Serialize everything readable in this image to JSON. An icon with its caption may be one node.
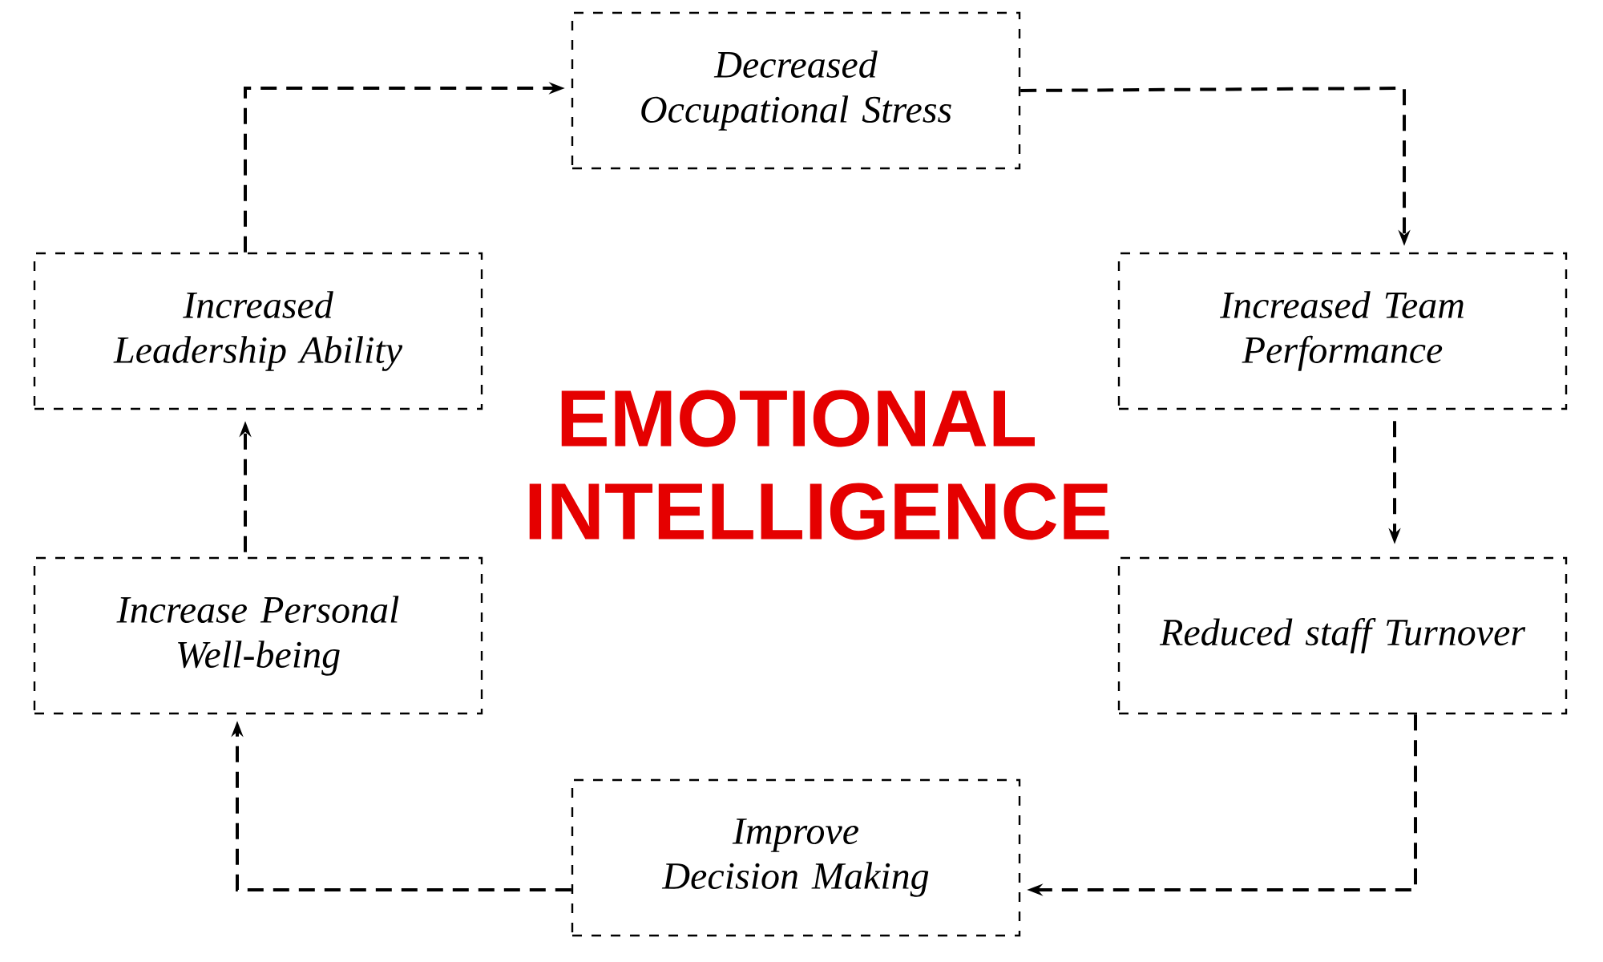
{
  "diagram": {
    "title": "EMOTIONAL INTELLIGENCE",
    "nodes": [
      {
        "text": [
          "Decreased Occupational Stress"
        ]
      },
      {
        "text": [
          "Increased Team Performance"
        ]
      },
      {
        "text": [
          "Reduced staff Turnover"
        ]
      },
      {
        "text": [
          "Improve Decision Making"
        ]
      },
      {
        "text": [
          "Increase Personal Well-being"
        ]
      },
      {
        "text": [
          "Increased Leadership Ability"
        ]
      }
    ],
    "edges": [
      {
        "from": 0,
        "to": 1,
        "arrow": "to",
        "style": "dashed"
      },
      {
        "from": 1,
        "to": 2,
        "arrow": "to",
        "style": "dashed"
      },
      {
        "from": 2,
        "to": 3,
        "arrow": "to",
        "style": "dashed"
      },
      {
        "from": 3,
        "to": 4,
        "arrow": "to",
        "style": "dashed"
      },
      {
        "from": 4,
        "to": 5,
        "arrow": "to",
        "style": "dashed"
      },
      {
        "from": 5,
        "to": 0,
        "arrow": "to",
        "style": "dashed"
      }
    ]
  }
}
